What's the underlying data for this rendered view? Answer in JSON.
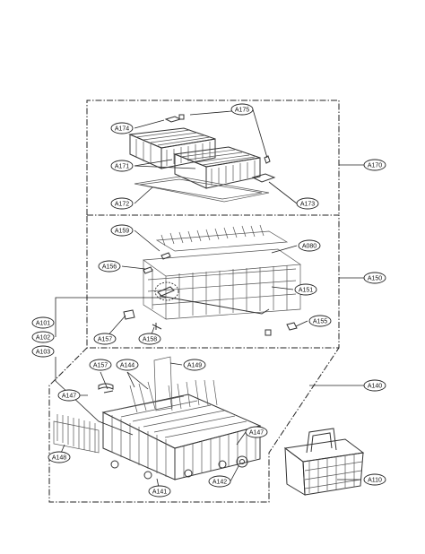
{
  "labels": {
    "a175": "A175",
    "a174": "A174",
    "a171": "A171",
    "a172": "A172",
    "a173": "A173",
    "a170": "A170",
    "a159": "A159",
    "a080": "A080",
    "a156": "A156",
    "a151": "A151",
    "a150": "A150",
    "a101": "A101",
    "a102": "A102",
    "a103": "A103",
    "a155": "A155",
    "a157": "A157",
    "a158": "A158",
    "a157b": "A157",
    "a144": "A144",
    "a149": "A149",
    "a140": "A140",
    "a147": "A147",
    "a147b": "A147",
    "a148": "A148",
    "a142": "A142",
    "a141": "A141",
    "a110": "A110"
  }
}
